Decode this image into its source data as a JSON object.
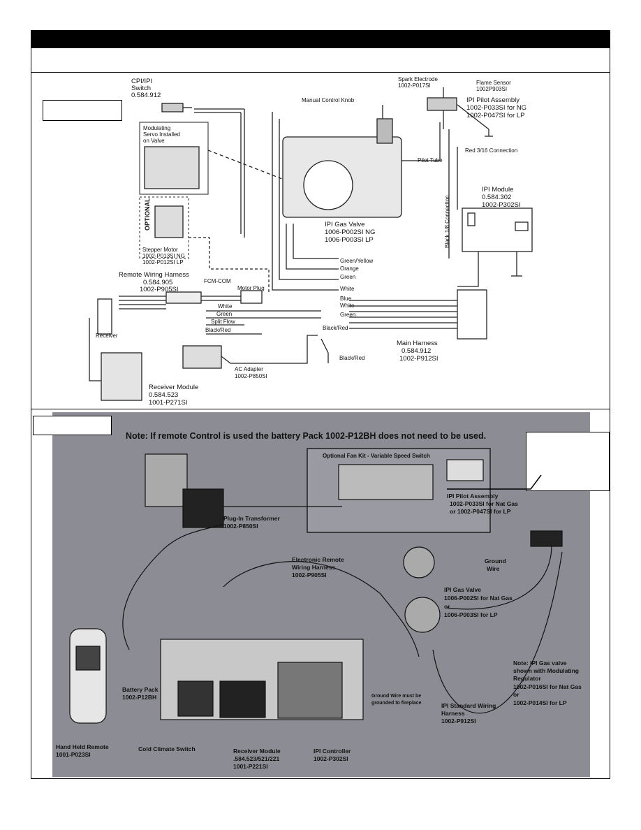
{
  "diagram": {
    "cpi_switch": [
      "CPI/IPI",
      "Switch",
      "0.584.912"
    ],
    "modulating_servo": [
      "Modulating",
      "Servo Installed",
      "on Valve"
    ],
    "manual_knob": "Manual Control Knob",
    "spark_electrode": [
      "Spark Electrode",
      "1002-P017SI"
    ],
    "flame_sensor": [
      "Flame Sensor",
      "1002P903SI"
    ],
    "pilot_assembly": [
      "IPI Pilot Assembly",
      "1002-P033SI for NG",
      "1002-P047SI for LP"
    ],
    "red_conn": "Red 3/16 Connection",
    "pilot_tube": "Pilot Tube",
    "black_conn": "Black 1/8 Connection",
    "ipi_module": [
      "IPI Module",
      "0.584.302",
      "1002-P302SI"
    ],
    "gas_valve": [
      "IPI Gas Valve",
      "1006-P002SI NG",
      "1006-P003SI LP"
    ],
    "optional": "OPTIONAL",
    "stepper_motor": [
      "Stepper Motor",
      "1002-P013SI NG",
      "1002-P012SI LP"
    ],
    "remote_harness": [
      "Remote Wiring Harness",
      "0.584.905",
      "1002-P905SI"
    ],
    "fcm_com": "FCM-COM",
    "motor_plug": "Motor Plug",
    "wire_labels": [
      "Green/Yellow",
      "Orange",
      "Green",
      "White",
      "Blue",
      "White",
      "Green",
      "Black/Red",
      "Black/Red"
    ],
    "left_wires": [
      "White",
      "Green",
      "Split Flow",
      "Black/Red"
    ],
    "receiver": "Receiver",
    "main_harness": [
      "Main Harness",
      "0.584.912",
      "1002-P912SI"
    ],
    "ac_adapter": [
      "AC Adapter",
      "1002-P850SI"
    ],
    "receiver_module": [
      "Receiver Module",
      "0.584.523",
      "1001-P271SI"
    ]
  },
  "photo": {
    "note": "Note: If remote Control is used the battery Pack 1002-P12BH does not need to be used.",
    "fan_kit": "Optional Fan Kit - Variable Speed Switch",
    "transformer": [
      "Plug-In Transformer",
      "1002-P850SI"
    ],
    "pilot": [
      "IPI Pilot Assembly",
      "1002-P033SI for Nat Gas",
      "or 1002-P047SI for LP"
    ],
    "harness": [
      "Electronic Remote",
      "Wiring Harness",
      "1002-P905SI"
    ],
    "ground": [
      "Ground",
      "Wire"
    ],
    "valve": [
      "IPI Gas Valve",
      "1006-P002SI for Nat Gas",
      "or",
      "1006-P003SI for LP"
    ],
    "valve_note": [
      "Note: IPI Gas valve",
      "shown with Modulating",
      "Regulator",
      "1002-P016SI for Nat Gas",
      "or",
      "1002-P014SI for LP"
    ],
    "battery": [
      "Battery Pack",
      "1002-P12BH"
    ],
    "ground_note": [
      "Ground Wire must be",
      "grounded to fireplace"
    ],
    "std_harness": [
      "IPI Standard Wiring",
      "Harness",
      "1002-P912SI"
    ],
    "remote": [
      "Hand Held Remote",
      "1001-P023SI"
    ],
    "cold": "Cold Climate Switch",
    "receiver": [
      "Receiver Module",
      ".584.523/521/221",
      "1001-P221SI"
    ],
    "controller": [
      "IPI Controller",
      "1002-P302SI"
    ]
  }
}
